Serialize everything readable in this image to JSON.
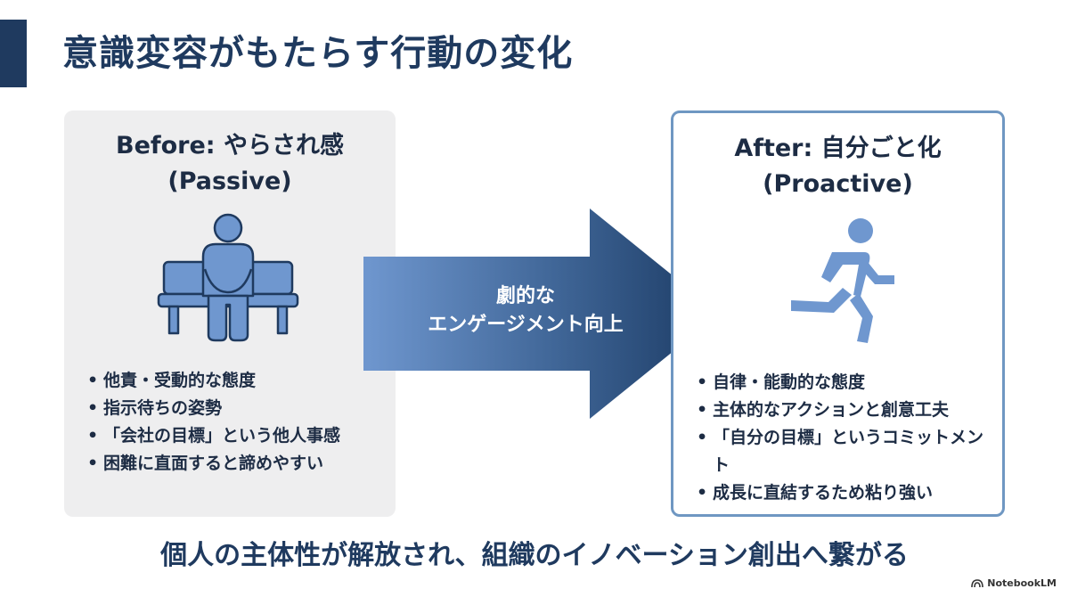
{
  "slide": {
    "title": "意識変容がもたらす行動の変化",
    "conclusion": "個人の主体性が解放され、組織のイノベーション創出へ繋がる"
  },
  "before": {
    "title_line1": "Before: やらされ感",
    "title_line2": "(Passive)",
    "icon": "sitting-person-icon",
    "bullets": [
      "他責・受動的な態度",
      "指示待ちの姿勢",
      "「会社の目標」という他人事感",
      "困難に直面すると諦めやすい"
    ]
  },
  "arrow": {
    "line1": "劇的な",
    "line2": "エンゲージメント向上"
  },
  "after": {
    "title_line1": "After: 自分ごと化",
    "title_line2": "(Proactive)",
    "icon": "running-person-icon",
    "bullets": [
      "自律・能動的な態度",
      "主体的なアクションと創意工夫",
      "「自分の目標」というコミットメント",
      "成長に直結するため粘り強い"
    ]
  },
  "watermark": {
    "label": "NotebookLM",
    "icon": "notebooklm-logo-icon"
  },
  "colors": {
    "accent": "#1f3a5f",
    "panel_before_bg": "#eeeeef",
    "panel_after_border": "#6f97c2",
    "icon_blue": "#6f97cf",
    "arrow_light": "#6f97cf",
    "arrow_dark": "#1b3a63"
  }
}
